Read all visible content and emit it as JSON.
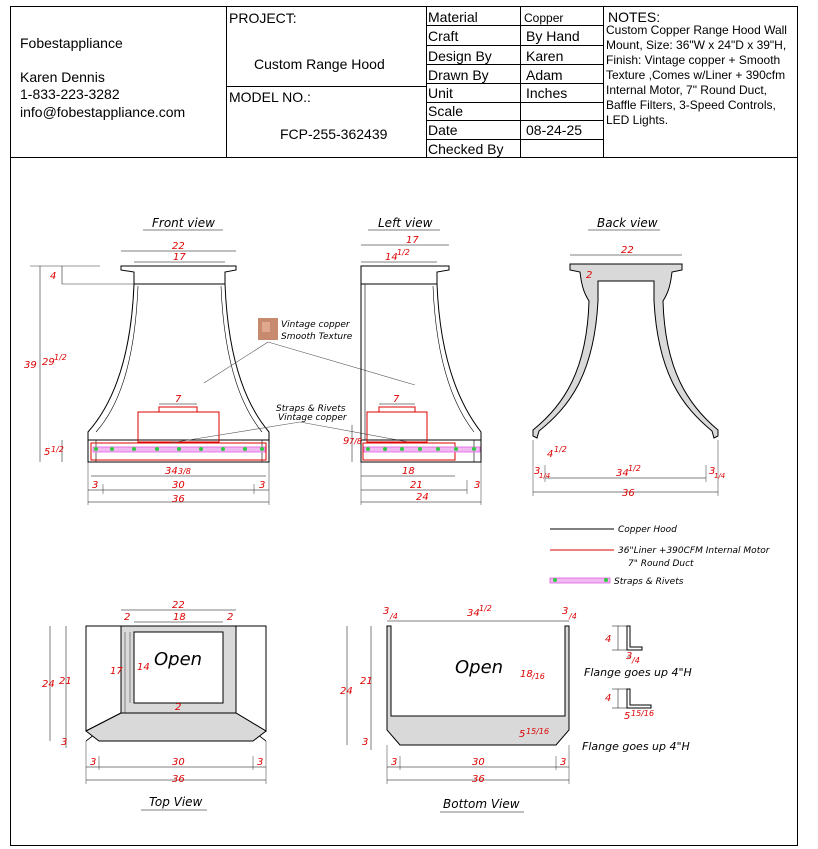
{
  "company": {
    "name": "Fobestappliance",
    "person": "Karen Dennis",
    "phone": "1-833-223-3282",
    "email": "info@fobestappliance.com"
  },
  "project": {
    "label": "PROJECT:",
    "value": "Custom Range Hood",
    "model_label": "MODEL NO.:",
    "model_value": "FCP-255-362439"
  },
  "specs": [
    {
      "label": "Material",
      "value": "Copper"
    },
    {
      "label": "Craft",
      "value": "By Hand"
    },
    {
      "label": "Design By",
      "value": "Karen"
    },
    {
      "label": "Drawn By",
      "value": "Adam"
    },
    {
      "label": "Unit",
      "value": "Inches"
    },
    {
      "label": "Scale",
      "value": ""
    },
    {
      "label": "Date",
      "value": "08-24-25"
    },
    {
      "label": "Checked By",
      "value": ""
    }
  ],
  "notes": {
    "label": "NOTES:",
    "text": "Custom Copper Range Hood Wall Mount, Size: 36\"W x 24\"D x 39\"H, Finish: Vintage copper + Smooth Texture ,Comes w/Liner + 390cfm Internal Motor, 7\" Round Duct, Baffle Filters, 3-Speed Controls, LED Lights."
  },
  "views": {
    "front": {
      "title": "Front view",
      "dims": {
        "top_outer": "22",
        "top_inner": "17",
        "collar_h": "4",
        "height": "39",
        "body_h": "29",
        "body_h_frac": "1/2",
        "band_h": "5",
        "band_h_frac": "1/2",
        "liner_top": "7",
        "band_w": "34",
        "band_w_frac": "3/8",
        "inner_w": "30",
        "side_l": "3",
        "side_r": "3",
        "total_w": "36"
      }
    },
    "left": {
      "title": "Left view",
      "dims": {
        "top_outer": "17",
        "top_inner": "14",
        "top_inner_frac": "1/2",
        "band_h": "9",
        "band_h_frac": "7/8",
        "liner_top": "7",
        "liner_w": "18",
        "inner_d": "21",
        "side": "3",
        "total_d": "24"
      }
    },
    "back": {
      "title": "Back view",
      "dims": {
        "top": "22",
        "wall": "2",
        "flange_h": "4",
        "flange_h_frac": "1/2",
        "inner_w": "34",
        "inner_w_frac": "1/2",
        "side_l": "3",
        "side_l_frac": "1/4",
        "side_r": "3",
        "side_r_frac": "1/4",
        "total_w": "36"
      }
    },
    "top": {
      "title": "Top View",
      "open": "Open",
      "dims": {
        "outer": "22",
        "inner": "18",
        "wall_l": "2",
        "wall_r": "2",
        "side": "17",
        "inner_depth": "14",
        "front_wall": "2",
        "depth": "24",
        "depth_inner": "21",
        "front": "3",
        "side_l": "3",
        "side_r": "3",
        "mid": "30",
        "total": "36"
      }
    },
    "bottom": {
      "title": "Bottom View",
      "open": "Open",
      "dims": {
        "wall_l": "3",
        "wall_l_frac": "/4",
        "inner": "34",
        "inner_frac": "1/2",
        "wall_r": "3",
        "wall_r_frac": "/4",
        "depth": "24",
        "inner_depth": "21",
        "front": "3",
        "lip": "18",
        "lip_frac": "/16",
        "corner": "5",
        "corner_frac": "15/16",
        "side_l": "3",
        "side_r": "3",
        "mid": "30",
        "total": "36"
      }
    }
  },
  "callouts": {
    "material_1": "Vintage copper",
    "material_2": "Smooth Texture",
    "straps_1": "Straps & Rivets",
    "straps_2": "Vintage copper"
  },
  "legend": [
    {
      "label": "Copper Hood",
      "color": "#000000"
    },
    {
      "label": "36\"Liner +390CFM  Internal Motor",
      "label2": "7\" Round Duct",
      "color": "#d00000"
    },
    {
      "label": "Straps & Rivets",
      "color": "#e060e0"
    }
  ],
  "flange": {
    "top_h": "4",
    "top_w": "3",
    "top_w_frac": "/4",
    "top_text": "Flange goes up 4\"H",
    "bot_h": "4",
    "bot_w": "5",
    "bot_w_frac": "15/16",
    "bot_text": "Flange goes up 4\"H"
  },
  "colors": {
    "dim": "#d00000",
    "liner": "#d00000",
    "strap": "#e060e0",
    "rivet": "#2ecc40",
    "copper_swatch": "#c88a6e",
    "shade": "#d9d9d9"
  }
}
